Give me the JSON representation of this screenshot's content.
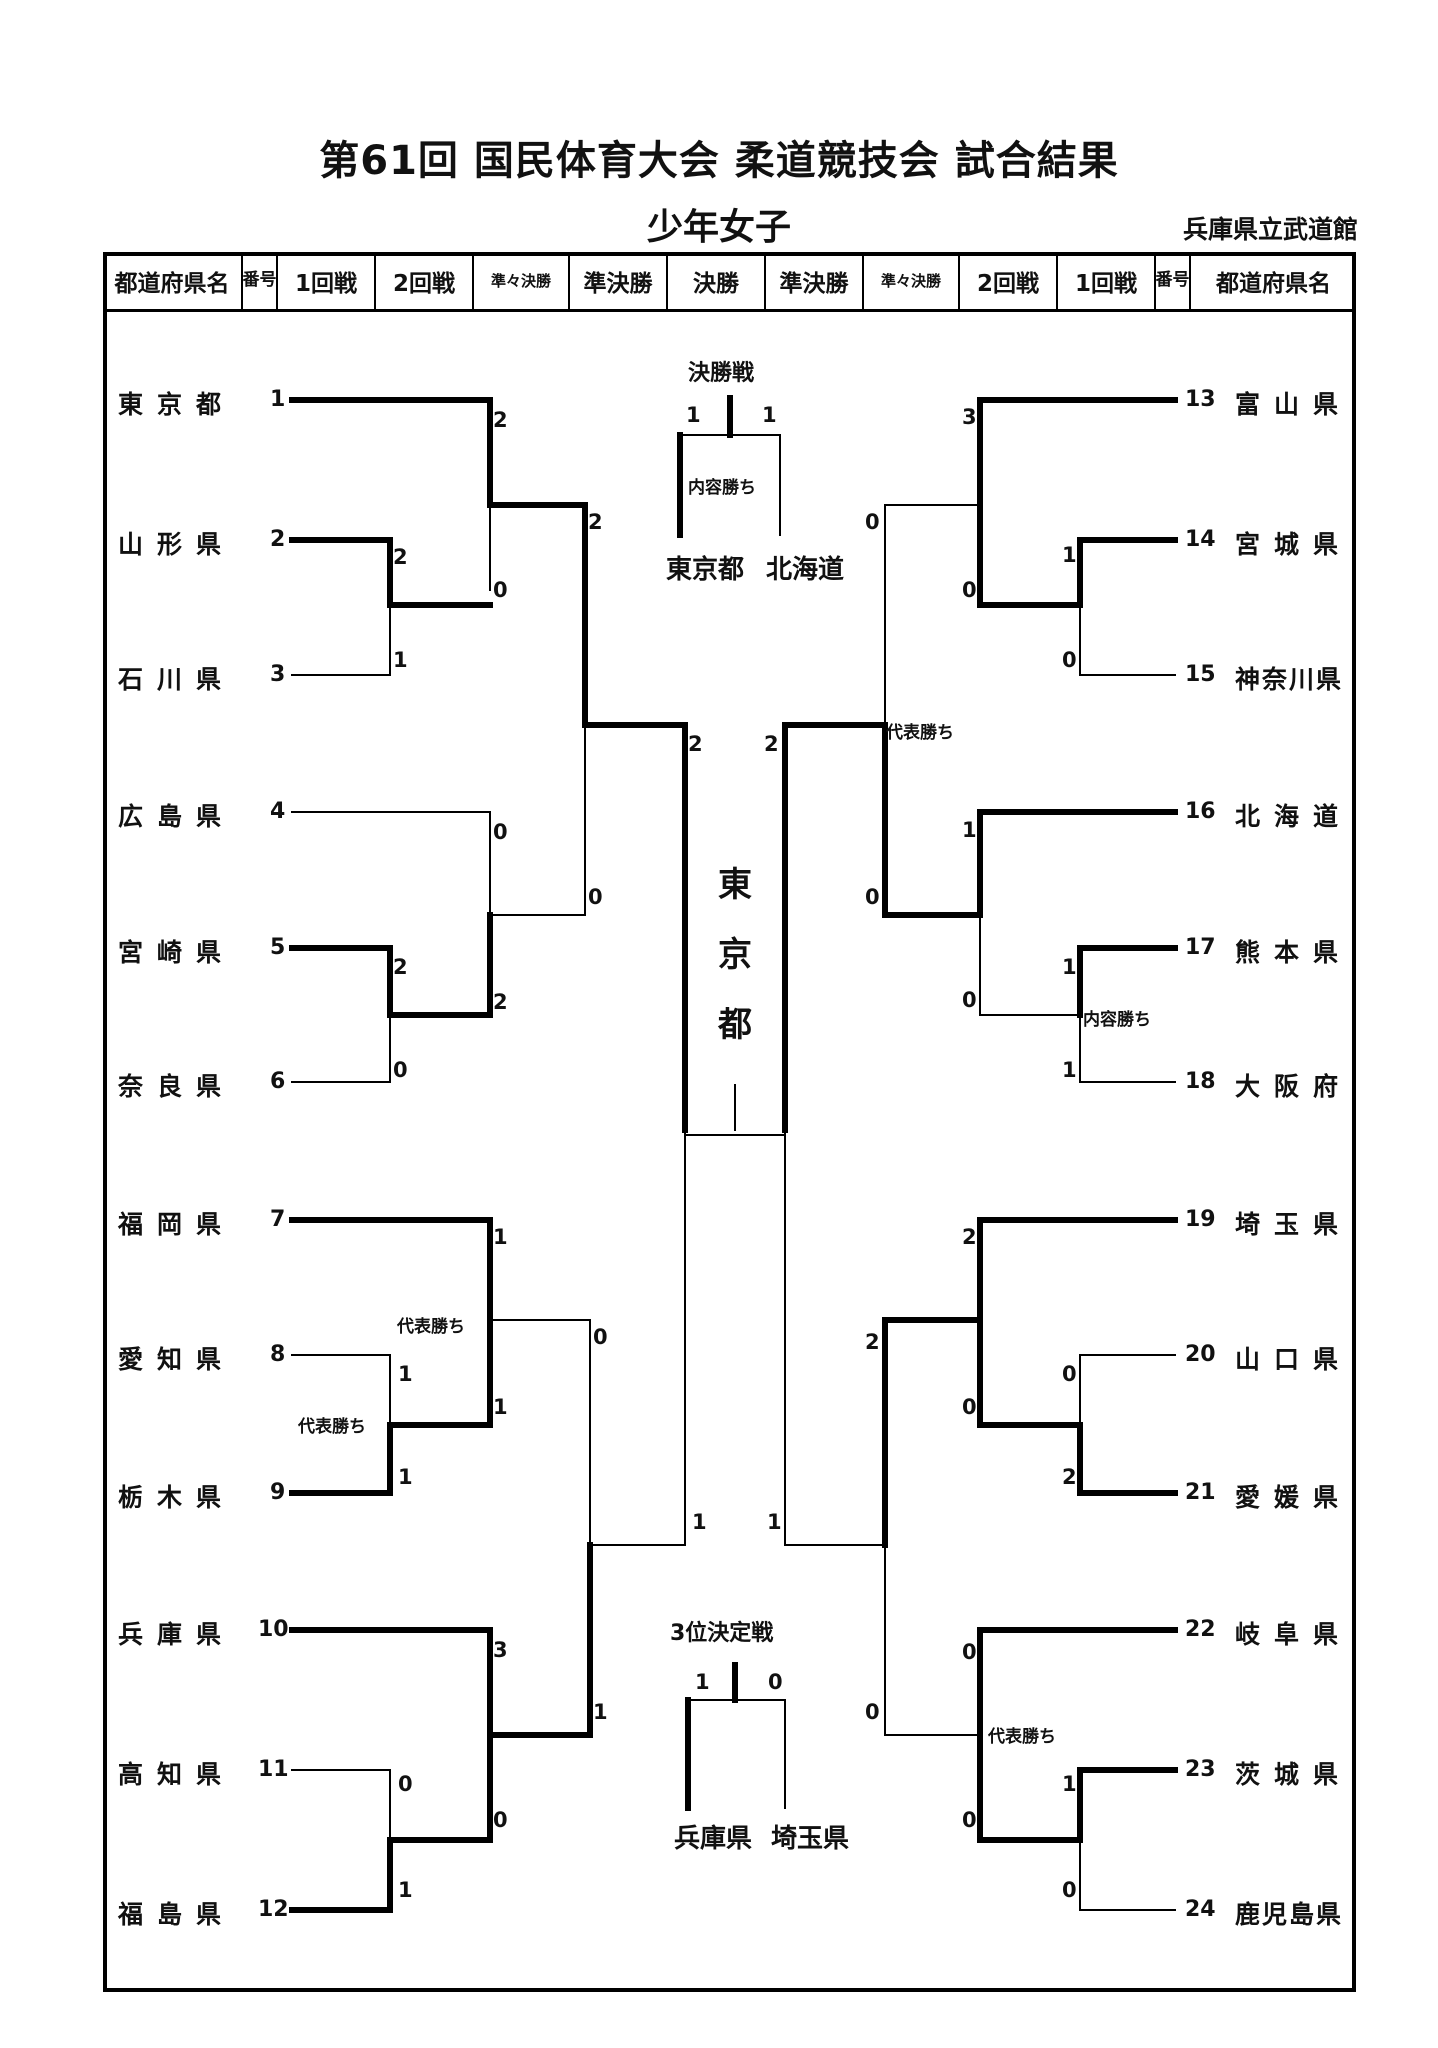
{
  "title": "第61回  国民体育大会  柔道競技会  試合結果",
  "subtitle": "少年女子",
  "venue": "兵庫県立武道館",
  "header": [
    "都道府県名",
    "番号",
    "1回戦",
    "2回戦",
    "準々決勝",
    "準決勝",
    "決勝",
    "準決勝",
    "準々決勝",
    "2回戦",
    "1回戦",
    "番号",
    "都道府県名"
  ],
  "left_entries": [
    {
      "no": "1",
      "pref": "東京都"
    },
    {
      "no": "2",
      "pref": "山形県"
    },
    {
      "no": "3",
      "pref": "石川県"
    },
    {
      "no": "4",
      "pref": "広島県"
    },
    {
      "no": "5",
      "pref": "宮崎県"
    },
    {
      "no": "6",
      "pref": "奈良県"
    },
    {
      "no": "7",
      "pref": "福岡県"
    },
    {
      "no": "8",
      "pref": "愛知県"
    },
    {
      "no": "9",
      "pref": "栃木県"
    },
    {
      "no": "10",
      "pref": "兵庫県"
    },
    {
      "no": "11",
      "pref": "高知県"
    },
    {
      "no": "12",
      "pref": "福島県"
    }
  ],
  "right_entries": [
    {
      "no": "13",
      "pref": "富山県"
    },
    {
      "no": "14",
      "pref": "宮城県"
    },
    {
      "no": "15",
      "pref": "神奈川県"
    },
    {
      "no": "16",
      "pref": "北海道"
    },
    {
      "no": "17",
      "pref": "熊本県"
    },
    {
      "no": "18",
      "pref": "大阪府"
    },
    {
      "no": "19",
      "pref": "埼玉県"
    },
    {
      "no": "20",
      "pref": "山口県"
    },
    {
      "no": "21",
      "pref": "愛媛県"
    },
    {
      "no": "22",
      "pref": "岐阜県"
    },
    {
      "no": "23",
      "pref": "茨城県"
    },
    {
      "no": "24",
      "pref": "鹿児島県"
    }
  ],
  "scores": {
    "l1": "2",
    "l2": "2",
    "l2b": "0",
    "l3": "1",
    "l4": "0",
    "l5": "2",
    "l5b": "2",
    "l6": "0",
    "l7": "2",
    "l8": "0",
    "l9": "1",
    "l10": "1",
    "l11": "1",
    "l12": "1",
    "l13": "0",
    "l14": "3",
    "l15": "0",
    "l16": "0",
    "l17": "1",
    "l18": "1",
    "lsf": "2",
    "lsf2": "1",
    "r1": "3",
    "r2": "1",
    "r3": "0",
    "r4": "0",
    "r5": "0",
    "r6": "1",
    "r7": "0",
    "r8": "1",
    "r9": "0",
    "r10": "1",
    "r11": "2",
    "r12": "2",
    "r13": "0",
    "r14": "0",
    "r15": "2",
    "r16": "0",
    "r17": "0",
    "r18": "0",
    "r19": "1",
    "r20": "0",
    "rsf": "2",
    "rsf2": "1",
    "final_l": "1",
    "final_r": "1",
    "third_l": "1",
    "third_r": "0"
  },
  "notes": {
    "final_note": "内容勝ち",
    "rep_r": "代表勝ち",
    "naiyo_r": "内容勝ち",
    "rep_l1": "代表勝ち",
    "rep_l2": "代表勝ち",
    "rep_r2": "代表勝ち"
  },
  "final": {
    "label": "決勝戦",
    "left": "東京都",
    "right": "北海道",
    "champion": "東京都"
  },
  "third": {
    "label": "3位決定戦",
    "left": "兵庫県",
    "right": "埼玉県"
  }
}
